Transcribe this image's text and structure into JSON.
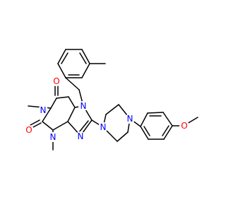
{
  "colors": {
    "carbon": "#000000",
    "nitrogen": "#0000ff",
    "oxygen": "#ff0000",
    "background": "#ffffff"
  },
  "atoms": {
    "o6": "O",
    "o2": "O",
    "n1": "N",
    "n3": "N",
    "n7": "N",
    "n9": "N",
    "n_pip1": "N",
    "n_pip4": "N",
    "o_methoxy": "O"
  }
}
